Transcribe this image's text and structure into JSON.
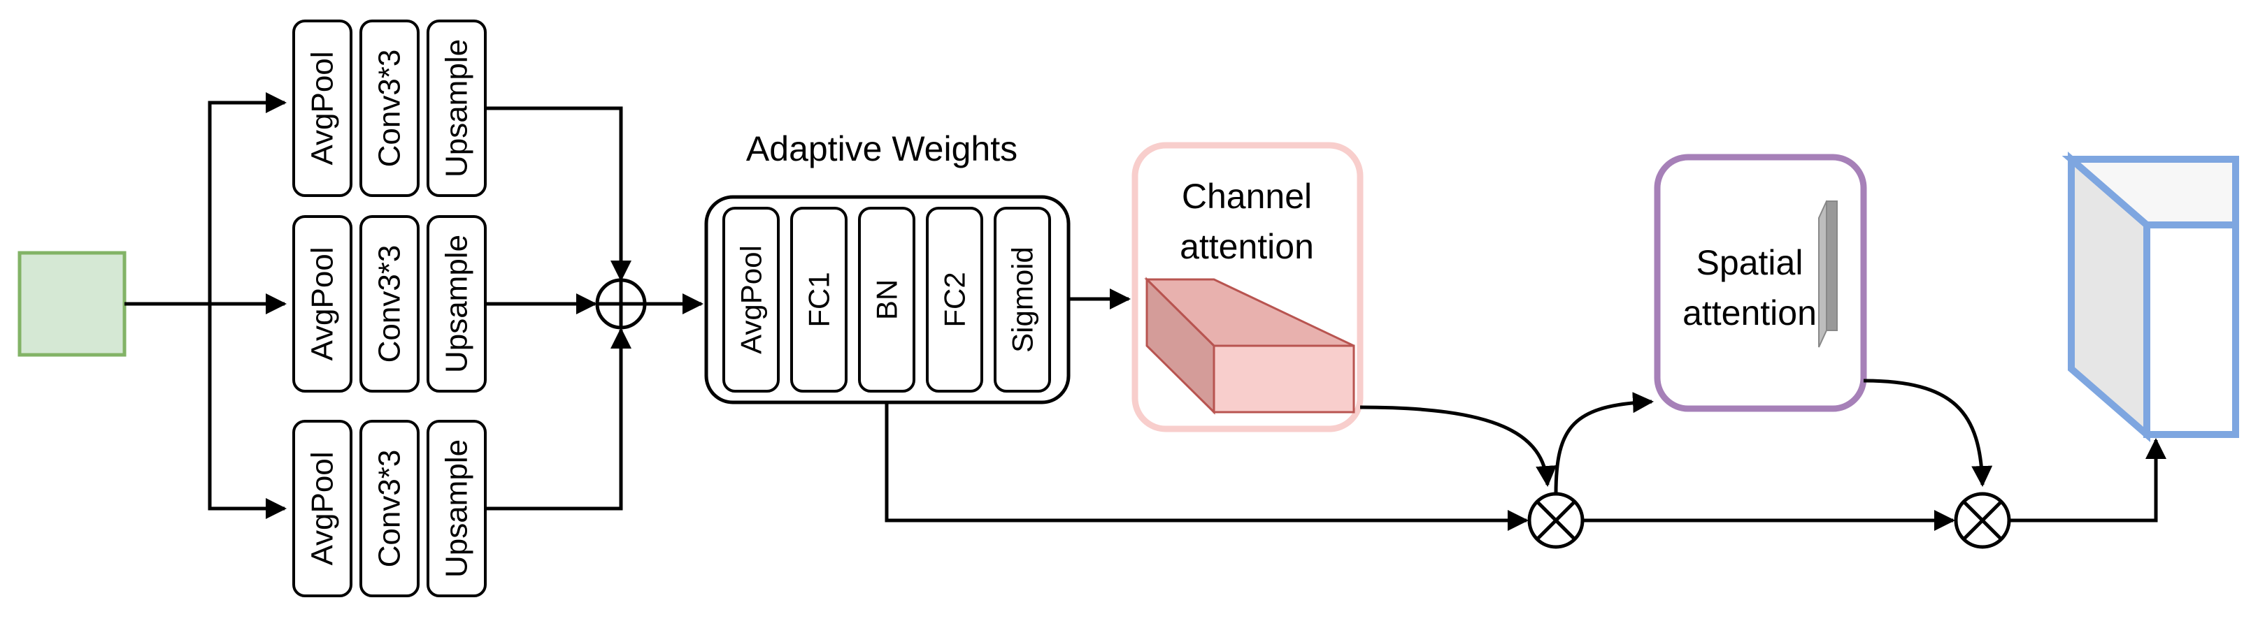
{
  "branches": [
    {
      "blocks": [
        "AvgPool",
        "Conv3*3",
        "Upsample"
      ]
    },
    {
      "blocks": [
        "AvgPool",
        "Conv3*3",
        "Upsample"
      ]
    },
    {
      "blocks": [
        "AvgPool",
        "Conv3*3",
        "Upsample"
      ]
    }
  ],
  "adaptive_weights": {
    "title": "Adaptive Weights",
    "blocks": [
      "AvgPool",
      "FC1",
      "BN",
      "FC2",
      "Sigmoid"
    ]
  },
  "channel_attention": {
    "line1": "Channel",
    "line2": "attention"
  },
  "spatial_attention": {
    "line1": "Spatial",
    "line2": "attention"
  },
  "colors": {
    "input_fill": "#d5e8d4",
    "input_stroke": "#82b366",
    "channel_frame": "#f8cecc",
    "channel_cube_front": "#f8cecc",
    "channel_cube_stroke": "#b85450",
    "spatial_frame": "#a680b8",
    "output_stroke": "#7ea6e0",
    "output_fill": "#ebebeb"
  }
}
